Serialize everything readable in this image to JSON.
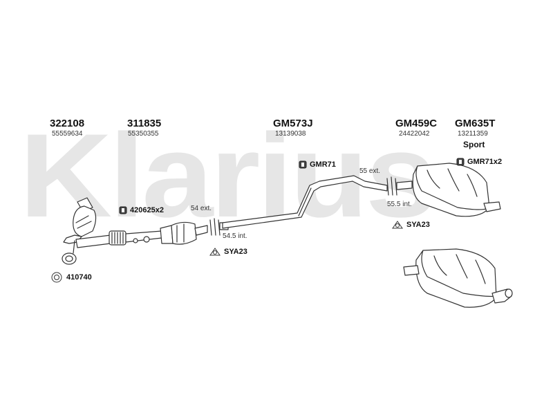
{
  "watermark": "Klarius",
  "parts": [
    {
      "code": "322108",
      "oem": "55559634"
    },
    {
      "code": "311835",
      "oem": "55350355"
    },
    {
      "code": "GM573J",
      "oem": "13139038"
    },
    {
      "code": "GM459C",
      "oem": "24422042"
    },
    {
      "code": "GM635T",
      "oem": "13211359",
      "variant": "Sport"
    }
  ],
  "accessories": {
    "gmr71": "GMR71",
    "gmr71x2": "GMR71x2",
    "bracket_420625": "420625x2",
    "sya23_left": "SYA23",
    "sya23_right": "SYA23",
    "gasket_410740": "410740"
  },
  "dimensions": {
    "d54ext": "54 ext.",
    "d545int": "54.5 int.",
    "d55ext": "55 ext.",
    "d555int": "55.5 int."
  },
  "colors": {
    "line": "#333333",
    "watermark": "#e6e6e6",
    "part_fill": "#ffffff",
    "shade": "#d9d9d9"
  }
}
